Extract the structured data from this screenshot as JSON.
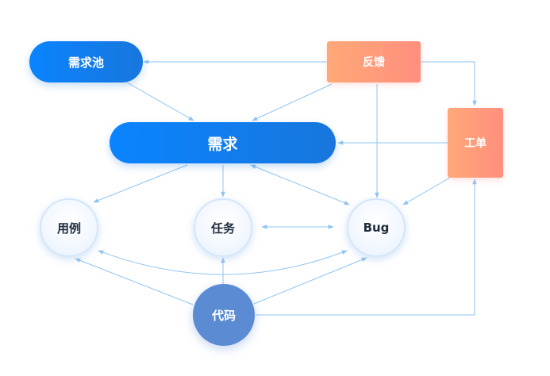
{
  "nodes": {
    "pool": "需求池",
    "feedback": "反馈",
    "requirement": "需求",
    "ticket": "工单",
    "usecase": "用例",
    "task": "任务",
    "bug": "Bug",
    "code": "代码"
  },
  "colors": {
    "link": "#8fc4f2",
    "blue_start": "#0a84ff",
    "blue_end": "#1876dd",
    "orange_start": "#ffa877",
    "orange_end": "#ff8f7e",
    "code_circle": "#5b8bd3",
    "light_circle_border": "#d4e6fb",
    "dark_text": "#1f2d3d"
  }
}
